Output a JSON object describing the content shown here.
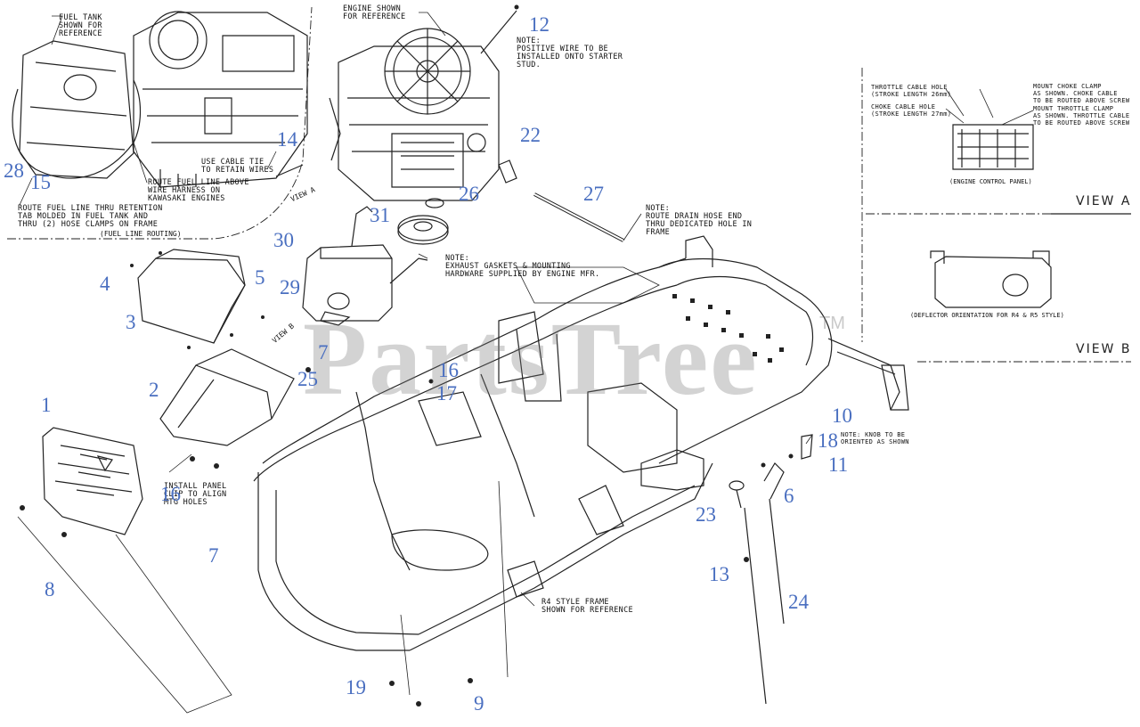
{
  "watermark": {
    "brand": "PartsTree",
    "tm": "TM"
  },
  "views": {
    "view_a": "VIEW A",
    "view_b": "VIEW B",
    "view_a_arrow": "VIEW A",
    "view_b_arrow": "VIEW B"
  },
  "notes": {
    "fuel_tank": "FUEL TANK\nSHOWN FOR\nREFERENCE",
    "engine_ref": "ENGINE SHOWN\nFOR REFERENCE",
    "positive_wire": "NOTE:\nPOSITIVE WIRE TO BE\nINSTALLED ONTO STARTER\nSTUD.",
    "cable_tie": "USE CABLE TIE\nTO RETAIN WIRES",
    "route_fuel_above": "ROUTE FUEL LINE ABOVE\nWIRE HARNESS ON\nKAWASAKI ENGINES",
    "route_fuel_retention": "ROUTE FUEL LINE THRU RETENTION\nTAB MOLDED IN FUEL TANK AND\nTHRU (2) HOSE CLAMPS ON FRAME",
    "fuel_line_routing": "(FUEL LINE ROUTING)",
    "drain_hose": "NOTE:\nROUTE DRAIN HOSE END\nTHRU DEDICATED HOLE IN\nFRAME",
    "exhaust_gaskets": "NOTE:\nEXHAUST GASKETS & MOUNTING\nHARDWARE SUPPLIED BY ENGINE MFR.",
    "throttle_hole": "THROTTLE CABLE HOLE\n(STROKE LENGTH 26mm)",
    "choke_hole": "CHOKE CABLE HOLE\n(STROKE LENGTH 27mm)",
    "mount_choke": "MOUNT CHOKE CLAMP\nAS SHOWN. CHOKE CABLE\nTO BE ROUTED ABOVE SCREW",
    "mount_throttle": "MOUNT THROTTLE CLAMP\nAS SHOWN. THROTTLE CABLE\nTO BE ROUTED ABOVE SCREW",
    "engine_control_panel": "(ENGINE CONTROL PANEL)",
    "deflector": "(DEFLECTOR ORIENTATION FOR R4 & R5 STYLE)",
    "knob": "NOTE: KNOB TO BE\nORIENTED AS SHOWN",
    "panel_clip": "INSTALL PANEL\nCLIP TO ALIGN\nMTG HOLES",
    "r4_frame": "R4 STYLE FRAME\nSHOWN FOR REFERENCE"
  },
  "callouts": [
    "1",
    "2",
    "3",
    "4",
    "5",
    "6",
    "7",
    "7",
    "8",
    "9",
    "10",
    "11",
    "12",
    "13",
    "14",
    "15",
    "16",
    "16",
    "17",
    "18",
    "19",
    "22",
    "23",
    "24",
    "25",
    "26",
    "27",
    "28",
    "29",
    "30",
    "31"
  ]
}
